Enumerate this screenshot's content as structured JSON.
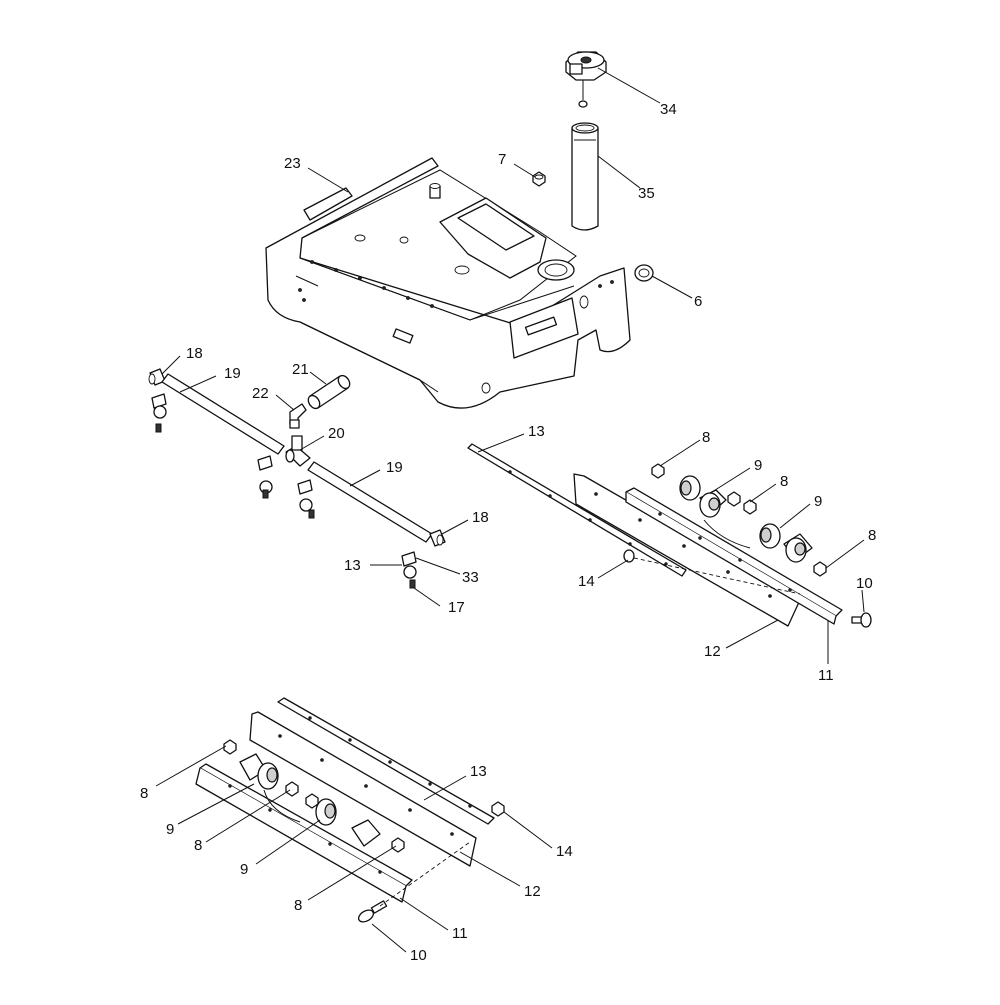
{
  "callouts": {
    "c34": "34",
    "c35": "35",
    "c7": "7",
    "c23": "23",
    "c6": "6",
    "c18a": "18",
    "c19a": "19",
    "c21": "21",
    "c22": "22",
    "c20": "20",
    "c19b": "19",
    "c18b": "18",
    "c13a": "13",
    "c33": "33",
    "c17": "17",
    "c13b": "13",
    "c8a": "8",
    "c9a": "9",
    "c8b": "8",
    "c9b": "9",
    "c8c": "8",
    "c14a": "14",
    "c10a": "10",
    "c12a": "12",
    "c11a": "11",
    "c13c": "13",
    "c8d": "8",
    "c9c": "9",
    "c8e": "8",
    "c9d": "9",
    "c14b": "14",
    "c8f": "8",
    "c12b": "12",
    "c11b": "11",
    "c10b": "10"
  }
}
